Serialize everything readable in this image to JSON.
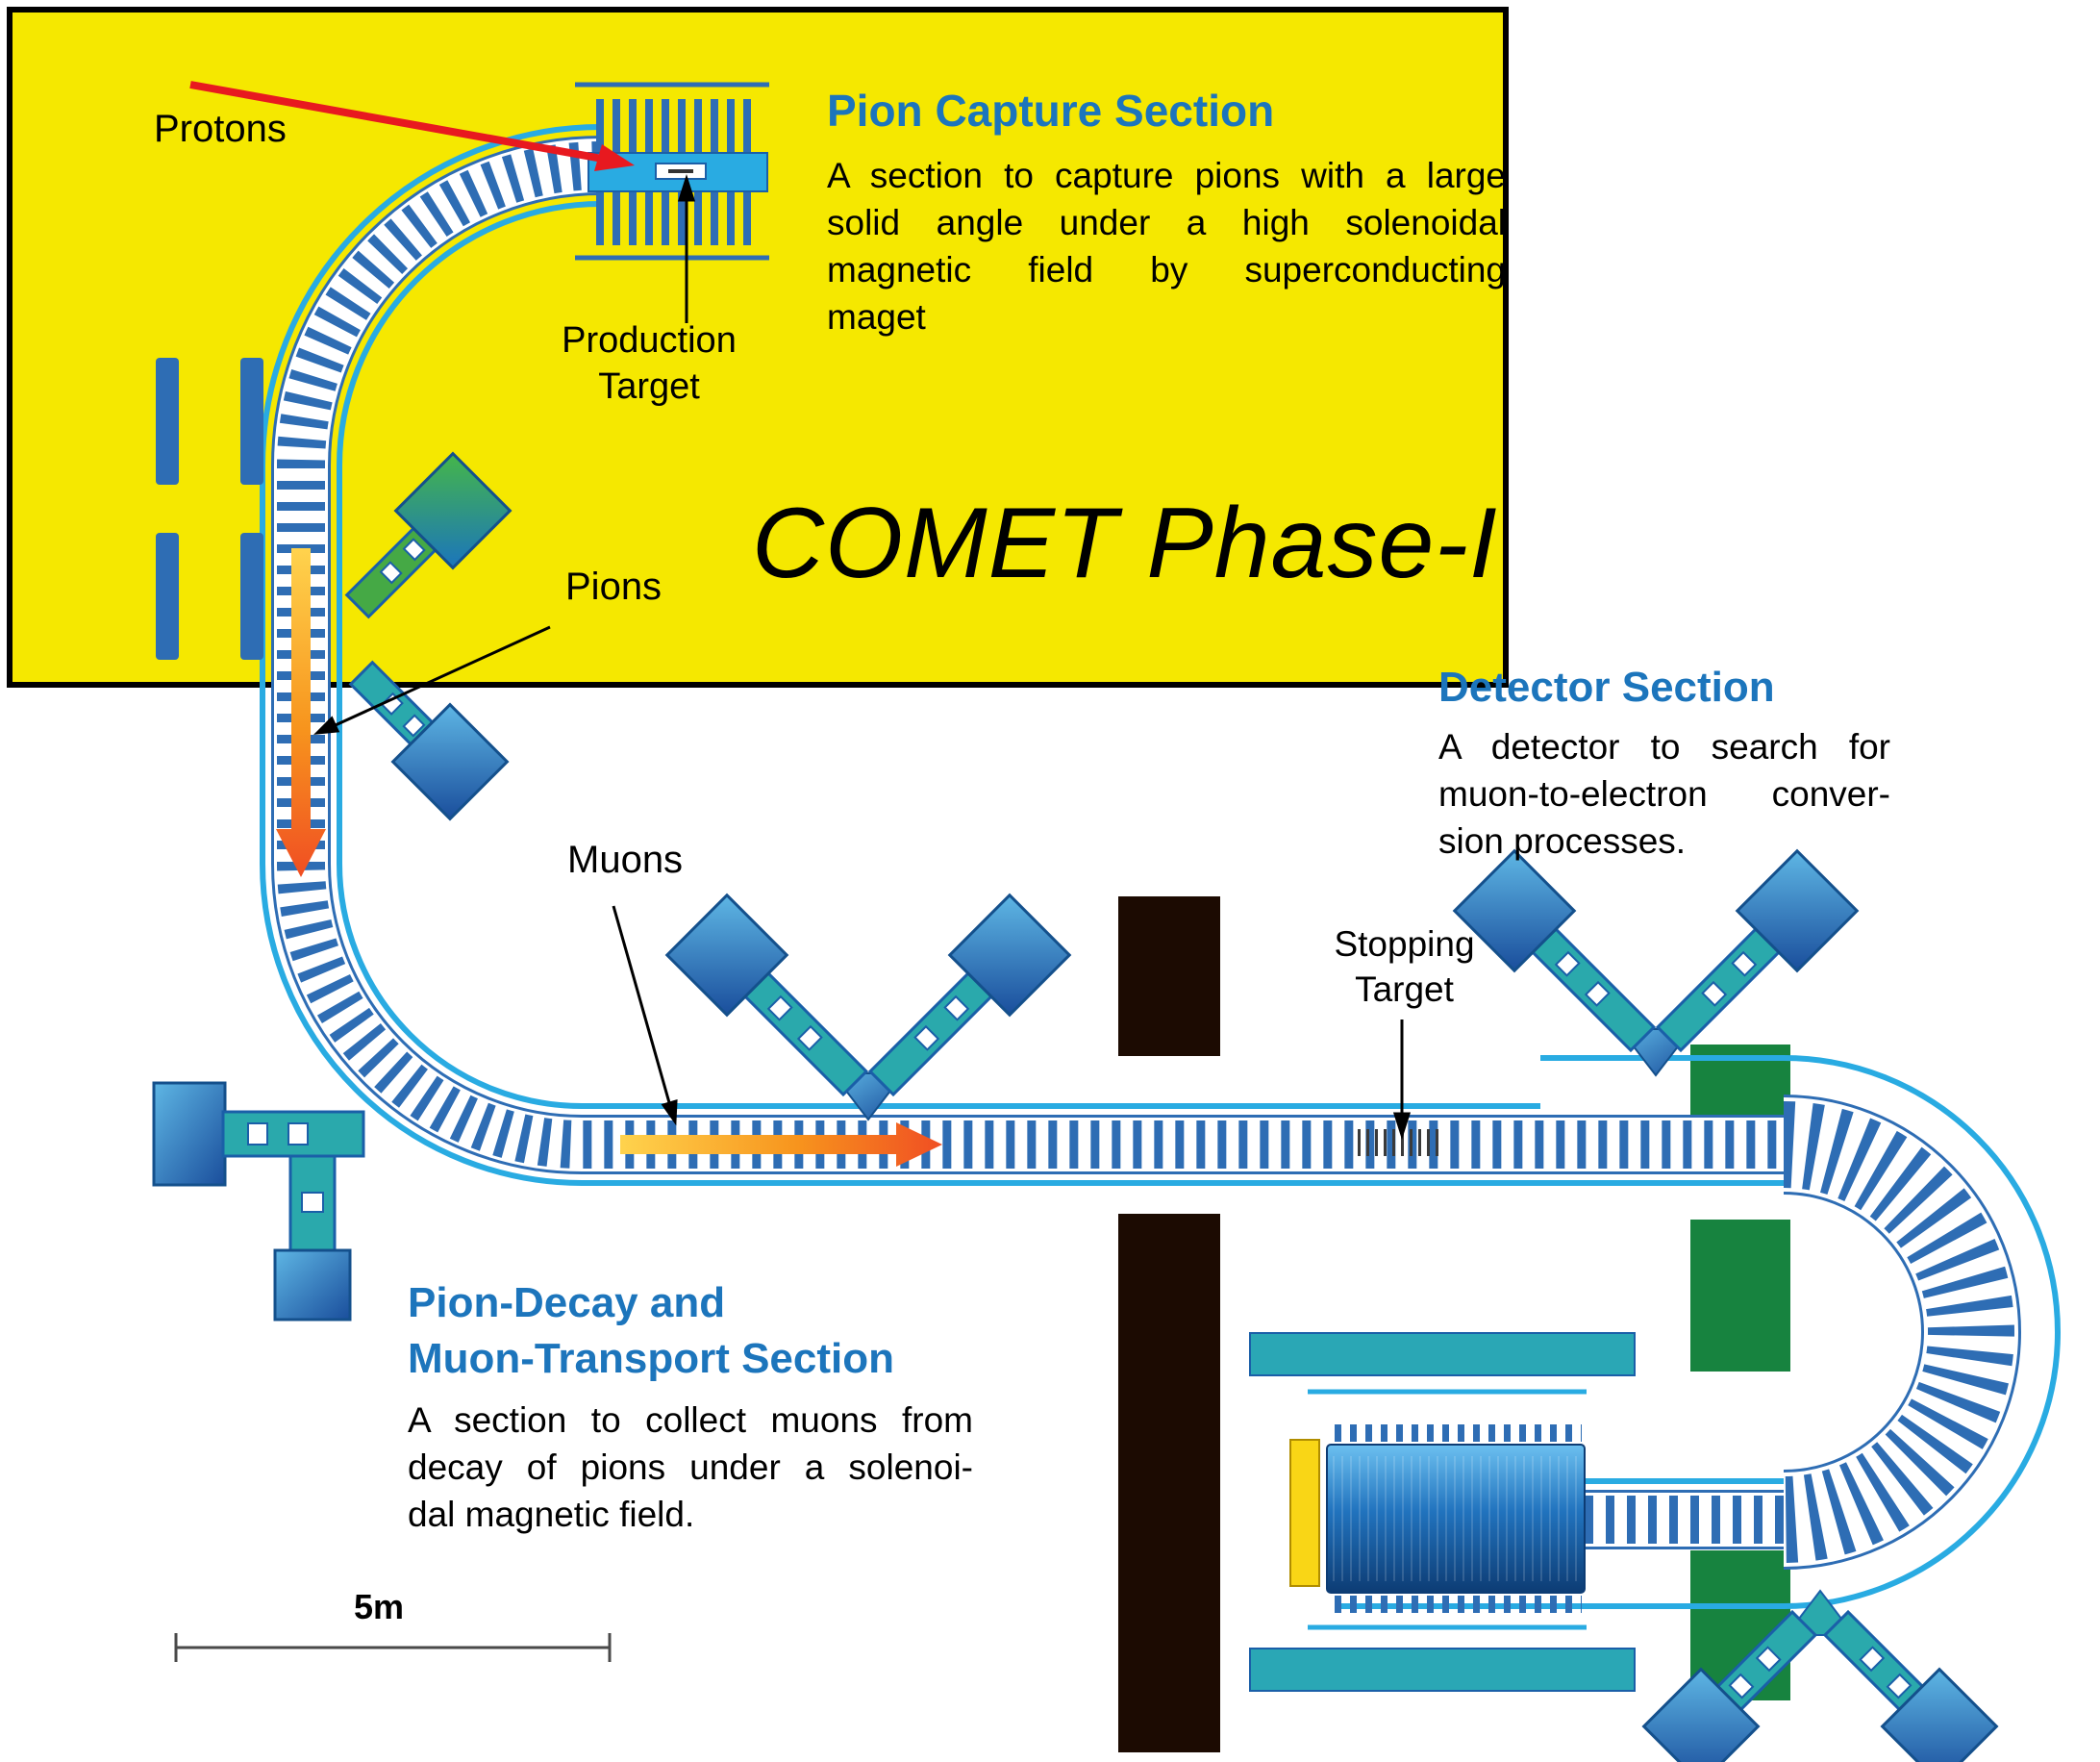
{
  "title": "COMET Phase-I",
  "labels": {
    "protons": "Protons",
    "pions": "Pions",
    "muons": "Muons",
    "production_target_line1": "Production",
    "production_target_line2": "Target",
    "stopping_target_line1": "Stopping",
    "stopping_target_line2": "Target",
    "scale": "5m"
  },
  "sections": {
    "pion_capture": {
      "heading": "Pion Capture Section",
      "lines": [
        "A section to capture pions with a large",
        "solid angle under a high solenoidal",
        "magnetic field by superconducting",
        "maget"
      ]
    },
    "detector": {
      "heading": "Detector Section",
      "lines": [
        "A detector to search for",
        "muon-to-electron conver-",
        "sion processes."
      ]
    },
    "transport": {
      "heading_line1": "Pion-Decay and",
      "heading_line2": "Muon-Transport Section",
      "lines": [
        "A section to collect muons from",
        "decay of pions under a solenoi-",
        "dal magnetic field."
      ]
    }
  },
  "colors": {
    "yellow_panel": "#F5E800",
    "heading_blue": "#1C75BC",
    "envelope_cyan": "#29ABE2",
    "coil_blue": "#2E6DB4",
    "teal": "#2AA9AC",
    "green_block": "#17833F",
    "wall_dark": "#1C0B02",
    "orange_arrow": "#F7941D",
    "red_arrow": "#E8191F",
    "detector_yellow": "#F9D616"
  }
}
